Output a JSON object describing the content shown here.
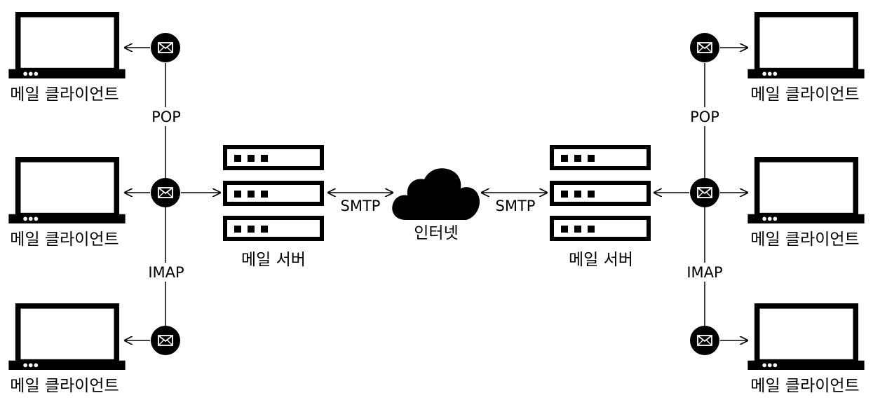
{
  "labels": {
    "client": "메일 클라이언트",
    "server": "메일 서버",
    "internet": "인터넷",
    "pop": "POP",
    "imap": "IMAP",
    "smtp": "SMTP"
  },
  "icons": {
    "client": "laptop-icon",
    "server": "server-rack-icon",
    "internet": "cloud-icon",
    "message": "envelope-icon"
  },
  "colors": {
    "ink": "#000000",
    "background": "#ffffff"
  }
}
